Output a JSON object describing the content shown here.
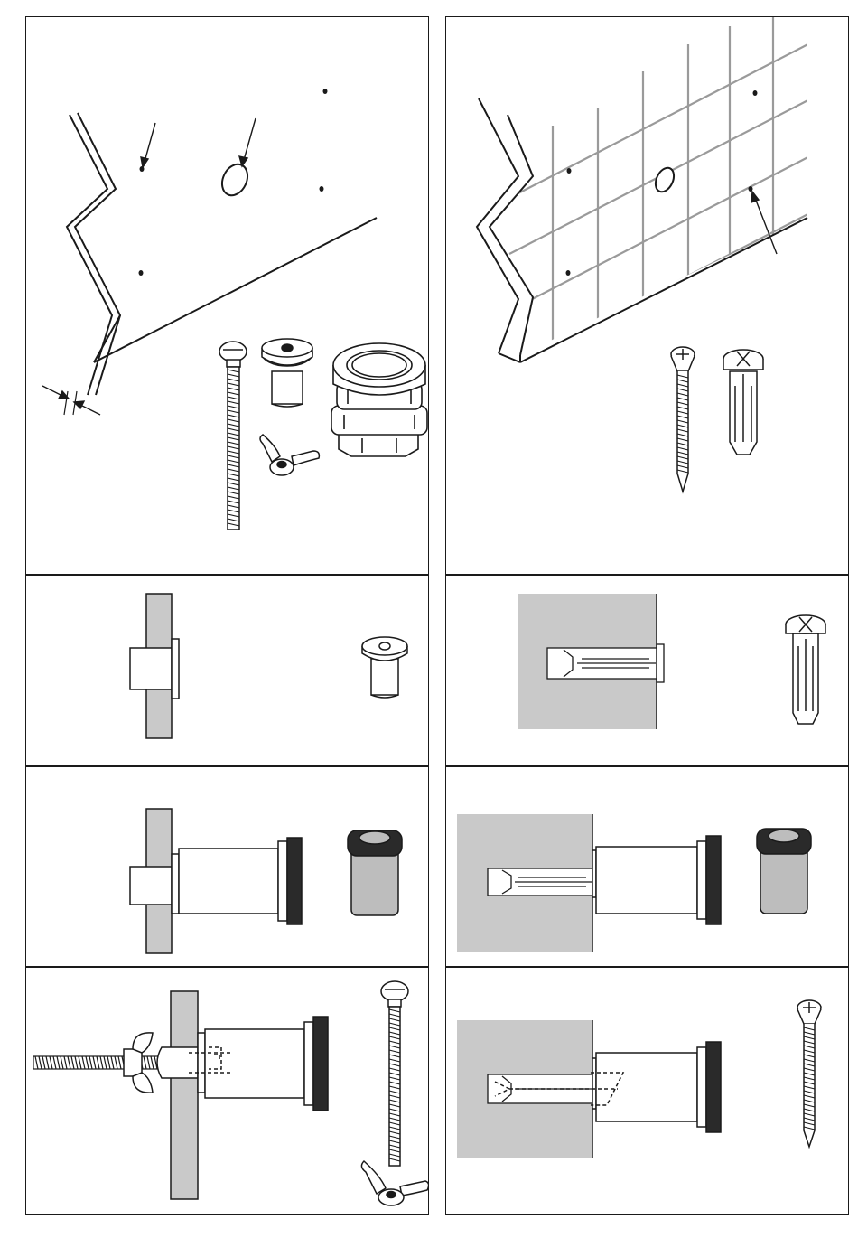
{
  "document": {
    "type": "installation-instructions",
    "text_labels": []
  },
  "colors": {
    "ink": "#1a1a1a",
    "panel_border": "#1a1a1a",
    "wall_gray": "#c9c9c9",
    "tile_grid": "#9a9a9a",
    "rubber_black": "#2a2a2a",
    "sleeve_gray": "#bdbdbd"
  },
  "panels": [
    {
      "id": "thin-wall-overview",
      "icons": [
        "panel-sheet",
        "drilled-hole",
        "machine-screw",
        "rivet-nut",
        "wing-nut",
        "cable-gland"
      ]
    },
    {
      "id": "tiled-wall-overview",
      "icons": [
        "tiled-wall",
        "drilled-hole",
        "wood-screw",
        "wall-plug"
      ]
    },
    {
      "id": "thin-wall-step-1",
      "icons": [
        "rivet-nut"
      ]
    },
    {
      "id": "tiled-wall-step-1",
      "icons": [
        "wall-plug"
      ]
    },
    {
      "id": "thin-wall-step-2",
      "icons": [
        "stopper"
      ]
    },
    {
      "id": "tiled-wall-step-2",
      "icons": [
        "stopper"
      ]
    },
    {
      "id": "thin-wall-step-3",
      "icons": [
        "machine-screw",
        "wing-nut"
      ]
    },
    {
      "id": "tiled-wall-step-3",
      "icons": [
        "wood-screw"
      ]
    }
  ]
}
